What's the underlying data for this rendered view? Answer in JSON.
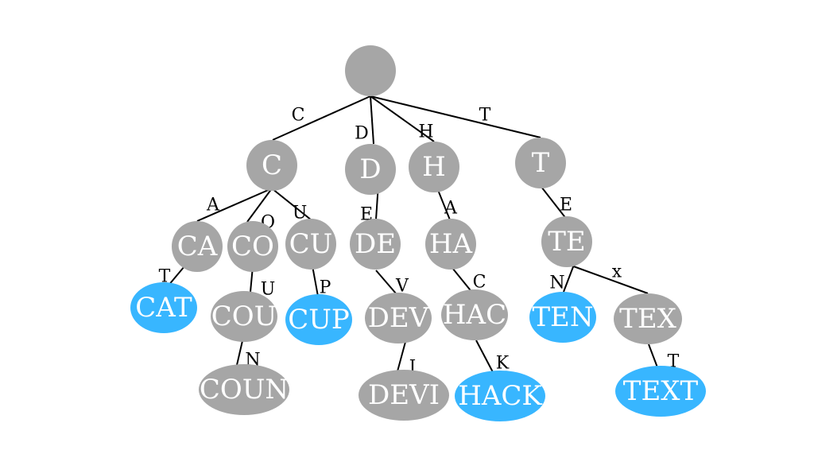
{
  "diagram": {
    "title": "Trie",
    "colors": {
      "internal_node": "#a6a6a6",
      "terminal_node": "#38b6ff",
      "edge": "#000000",
      "node_text": "#ffffff",
      "edge_label_text": "#000000"
    },
    "nodes": [
      {
        "id": "root",
        "label": "",
        "terminal": false
      },
      {
        "id": "C",
        "label": "C",
        "terminal": false
      },
      {
        "id": "D",
        "label": "D",
        "terminal": false
      },
      {
        "id": "H",
        "label": "H",
        "terminal": false
      },
      {
        "id": "T",
        "label": "T",
        "terminal": false
      },
      {
        "id": "CA",
        "label": "CA",
        "terminal": false
      },
      {
        "id": "CO",
        "label": "CO",
        "terminal": false
      },
      {
        "id": "CU",
        "label": "CU",
        "terminal": false
      },
      {
        "id": "DE",
        "label": "DE",
        "terminal": false
      },
      {
        "id": "HA",
        "label": "HA",
        "terminal": false
      },
      {
        "id": "TE",
        "label": "TE",
        "terminal": false
      },
      {
        "id": "CAT",
        "label": "CAT",
        "terminal": true
      },
      {
        "id": "COU",
        "label": "COU",
        "terminal": false
      },
      {
        "id": "CUP",
        "label": "CUP",
        "terminal": true
      },
      {
        "id": "DEV",
        "label": "DEV",
        "terminal": false
      },
      {
        "id": "HAC",
        "label": "HAC",
        "terminal": false
      },
      {
        "id": "TEN",
        "label": "TEN",
        "terminal": true
      },
      {
        "id": "TEX",
        "label": "TEX",
        "terminal": false
      },
      {
        "id": "COUN",
        "label": "COUN",
        "terminal": false
      },
      {
        "id": "DEVI",
        "label": "DEVI",
        "terminal": false
      },
      {
        "id": "HACK",
        "label": "HACK",
        "terminal": true
      },
      {
        "id": "TEXT",
        "label": "TEXT",
        "terminal": true
      }
    ],
    "edges": [
      {
        "from": "root",
        "to": "C",
        "label": "C"
      },
      {
        "from": "root",
        "to": "D",
        "label": "D"
      },
      {
        "from": "root",
        "to": "H",
        "label": "H"
      },
      {
        "from": "root",
        "to": "T",
        "label": "T"
      },
      {
        "from": "C",
        "to": "CA",
        "label": "A"
      },
      {
        "from": "C",
        "to": "CO",
        "label": "O"
      },
      {
        "from": "C",
        "to": "CU",
        "label": "U"
      },
      {
        "from": "D",
        "to": "DE",
        "label": "E"
      },
      {
        "from": "H",
        "to": "HA",
        "label": "A"
      },
      {
        "from": "T",
        "to": "TE",
        "label": "E"
      },
      {
        "from": "CA",
        "to": "CAT",
        "label": "T"
      },
      {
        "from": "CO",
        "to": "COU",
        "label": "U"
      },
      {
        "from": "CU",
        "to": "CUP",
        "label": "P"
      },
      {
        "from": "DE",
        "to": "DEV",
        "label": "V"
      },
      {
        "from": "HA",
        "to": "HAC",
        "label": "C"
      },
      {
        "from": "TE",
        "to": "TEN",
        "label": "N"
      },
      {
        "from": "TE",
        "to": "TEX",
        "label": "x"
      },
      {
        "from": "COU",
        "to": "COUN",
        "label": "N"
      },
      {
        "from": "DEV",
        "to": "DEVI",
        "label": "I"
      },
      {
        "from": "HAC",
        "to": "HACK",
        "label": "K"
      },
      {
        "from": "TEX",
        "to": "TEXT",
        "label": "T"
      }
    ]
  }
}
